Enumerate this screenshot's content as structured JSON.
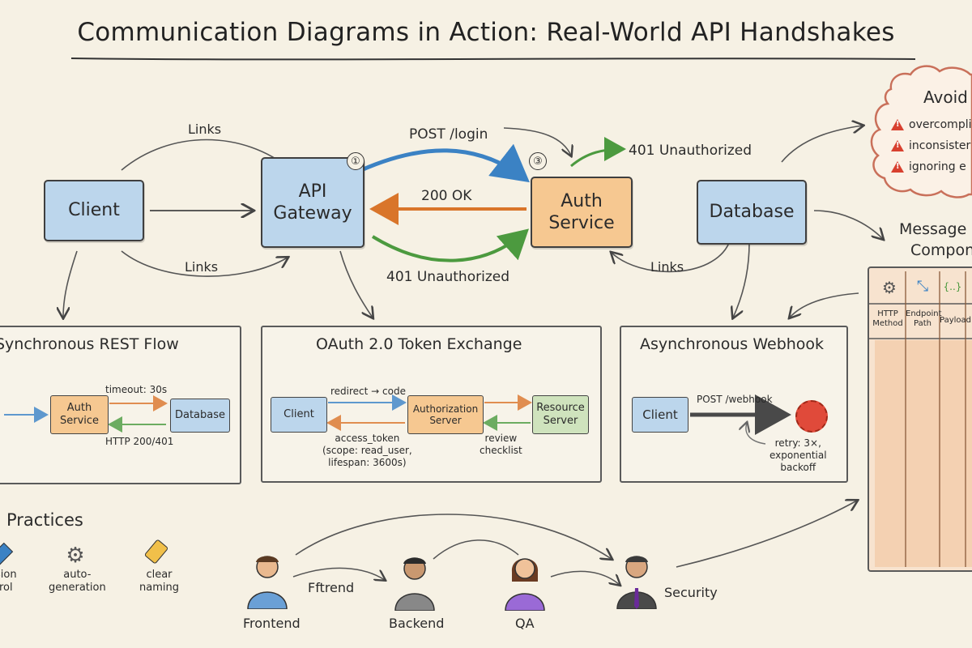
{
  "title": "Communication Diagrams in Action: Real-World API Handshakes",
  "nodes": {
    "client": "Client",
    "api_gateway": "API\nGateway",
    "auth_service": "Auth\nService",
    "database": "Database"
  },
  "labels": {
    "links_top": "Links",
    "links_bottom_left": "Links",
    "links_bottom_right": "Links",
    "post_login": "POST /login",
    "ok_200": "200 OK",
    "unauth_top": "401 Unauthorized",
    "unauth_bottom": "401 Unauthorized",
    "step_1": "①",
    "step_3": "③"
  },
  "pitfalls": {
    "title": "Avoid Pit",
    "items": [
      "overcompli",
      "inconsister",
      "ignoring e"
    ]
  },
  "message": {
    "title_line1": "Message",
    "title_line2": "Compon",
    "columns": [
      "HTTP\nMethod",
      "Endpoint\nPath",
      "Payload",
      ""
    ],
    "icon_names": [
      "gear-icon",
      "arrows-icon",
      "json-braces-icon",
      "extra-icon"
    ],
    "icon_glyphs": [
      "⚙",
      "⤡",
      "{..}",
      ""
    ]
  },
  "panels": {
    "sync": {
      "title": "Synchronous REST Flow",
      "auth": "Auth\nService",
      "database": "Database",
      "timeout": "timeout: 30s",
      "http": "HTTP 200/401"
    },
    "oauth": {
      "title": "OAuth 2.0 Token Exchange",
      "client": "Client",
      "auth_server": "Authorization\nServer",
      "resource_server": "Resource\nServer",
      "redirect": "redirect → code",
      "access_token": "access_token\n(scope: read_user,\nlifespan: 3600s)",
      "review": "review\nchecklist"
    },
    "webhook": {
      "title": "Asynchronous Webhook",
      "client": "Client",
      "post": "POST /webhook",
      "retry": "retry: 3×,\nexponential\nbackoff"
    }
  },
  "practices": {
    "title": "Practices",
    "items": [
      {
        "label": "sion\nrol",
        "icon": "tag-icon"
      },
      {
        "label": "auto-\ngeneration",
        "icon": "gear-icon"
      },
      {
        "label": "clear\nnaming",
        "icon": "tag-icon"
      }
    ]
  },
  "people": {
    "frontend": "Frontend",
    "between": "Fftrend",
    "backend": "Backend",
    "qa": "QA",
    "security": "Security"
  },
  "colors": {
    "blue": "#bcd6ec",
    "orange": "#f6c891",
    "green": "#cfe3bd",
    "arrow_blue": "#3b82c4",
    "arrow_orange": "#d9752a",
    "arrow_green": "#4c9a3f",
    "warn_red": "#d8402f"
  }
}
